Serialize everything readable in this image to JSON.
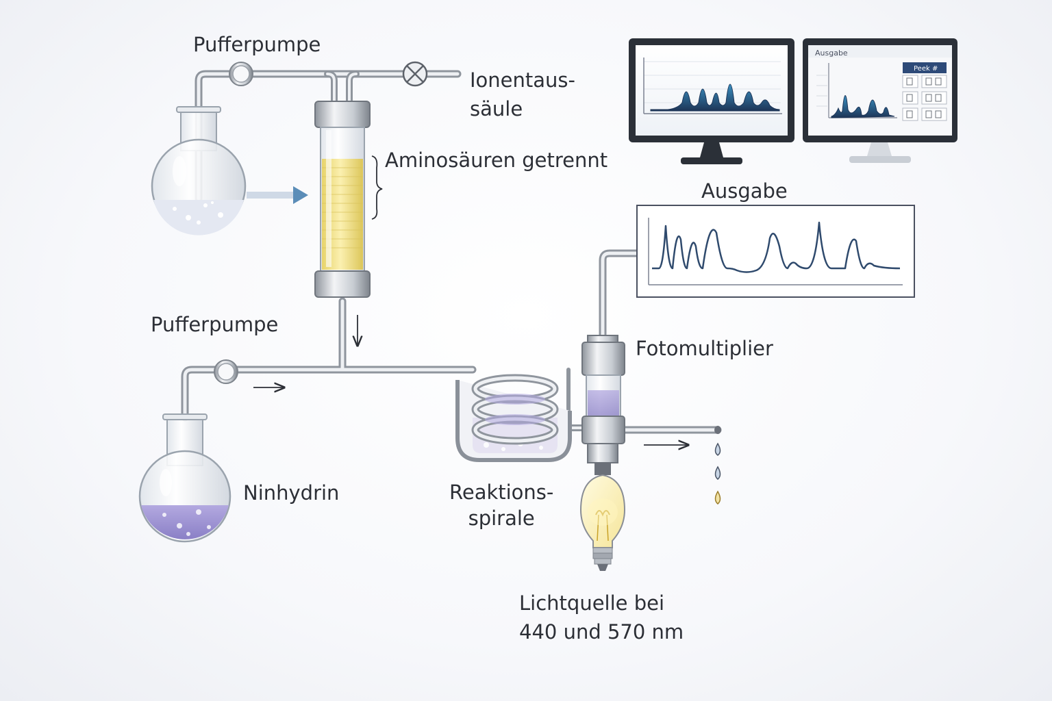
{
  "labels": {
    "pump_top": "Pufferpumpe",
    "column_line1": "Ionentaus-",
    "column_line2": "säule",
    "separated": "Aminosäuren getrennt",
    "pump_mid": "Pufferpumpe",
    "ninhydrin": "Ninhydrin",
    "coil_line1": "Reaktions-",
    "coil_line2": "spirale",
    "photomultiplier": "Fotomultiplier",
    "output": "Ausgabe",
    "light_line1": "Lichtquelle bei",
    "light_line2": "440 und 570 nm"
  },
  "monitor_right": {
    "title": "Ausgabe",
    "button": "Peek #"
  },
  "colors": {
    "pipe": "#b9bec6",
    "flow_arrow": "#5b8db8",
    "resin": "#f1e08a",
    "ninhydrin": "#9a8fd0",
    "signal": "#2f4a6d"
  }
}
